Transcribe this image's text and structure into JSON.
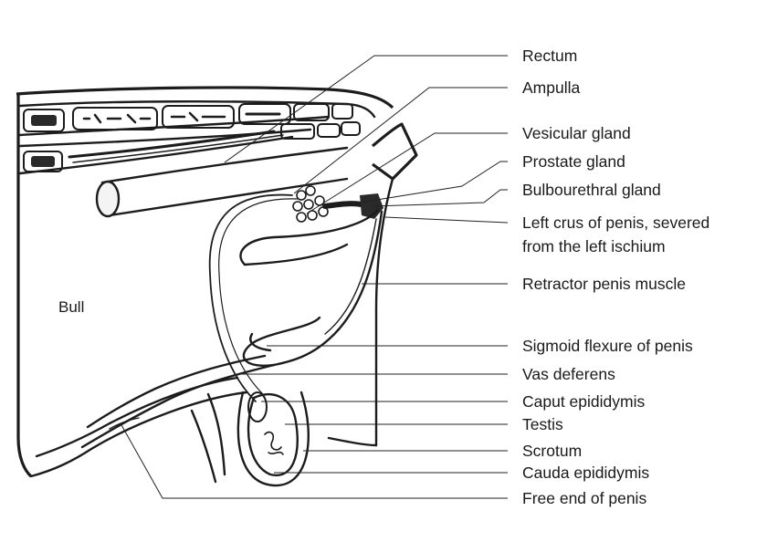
{
  "diagram": {
    "species_label": "Bull",
    "labels": [
      {
        "id": "rectum",
        "text": "Rectum"
      },
      {
        "id": "ampulla",
        "text": "Ampulla"
      },
      {
        "id": "vesicular-gland",
        "text": "Vesicular gland"
      },
      {
        "id": "prostate-gland",
        "text": "Prostate gland"
      },
      {
        "id": "bulbourethral-gland",
        "text": "Bulbourethral gland"
      },
      {
        "id": "left-crus",
        "lines": [
          "Left crus of penis, severed",
          "from the left ischium"
        ]
      },
      {
        "id": "retractor-penis-muscle",
        "text": "Retractor penis muscle"
      },
      {
        "id": "sigmoid-flexure",
        "text": "Sigmoid flexure of penis"
      },
      {
        "id": "vas-deferens",
        "text": "Vas deferens"
      },
      {
        "id": "caput-epididymis",
        "text": "Caput epididymis"
      },
      {
        "id": "testis",
        "text": "Testis"
      },
      {
        "id": "scrotum",
        "text": "Scrotum"
      },
      {
        "id": "cauda-epididymis",
        "text": "Cauda epididymis"
      },
      {
        "id": "free-end-of-penis",
        "text": "Free end of penis"
      }
    ]
  }
}
